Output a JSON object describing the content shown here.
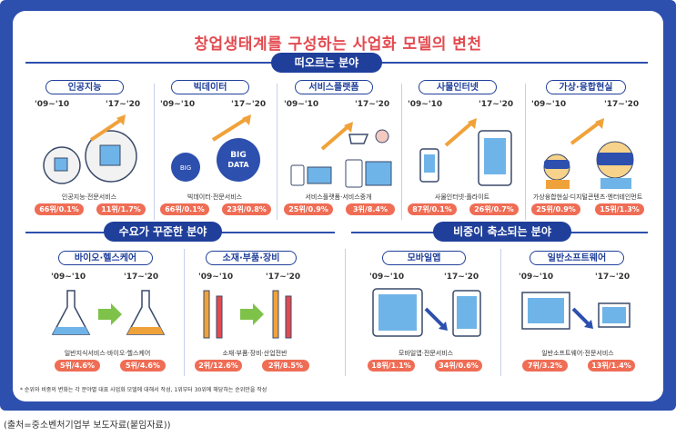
{
  "title": "창업생태계를 구성하는 사업화 모델의 변천",
  "sections": {
    "rising": "떠오르는 분야",
    "steady": "수요가 꾸준한 분야",
    "shrinking": "비중이 축소되는 분야"
  },
  "year_from": "'09~'10",
  "year_to": "'17~'20",
  "rising_items": [
    {
      "name": "인공지능",
      "label": "인공지능·전문서비스",
      "rank_from": "66위/0.1%",
      "rank_to": "11위/1.7%"
    },
    {
      "name": "빅데이터",
      "label": "빅데이터·전문서비스",
      "rank_from": "66위/0.1%",
      "rank_to": "23위/0.8%"
    },
    {
      "name": "서비스플랫폼",
      "label": "서비스플랫폼·서비스중개",
      "rank_from": "25위/0.9%",
      "rank_to": "3위/8.4%"
    },
    {
      "name": "사물인터넷",
      "label": "사물인터넷·플라이트",
      "rank_from": "87위/0.1%",
      "rank_to": "26위/0.7%"
    },
    {
      "name": "가상·융합현실",
      "label": "가상융합현실·디지털콘텐츠·엔터테인먼트",
      "rank_from": "25위/0.9%",
      "rank_to": "15위/1.3%"
    }
  ],
  "steady_items": [
    {
      "name": "바이오·헬스케어",
      "label": "일반지식서비스·바이오·헬스케어",
      "rank_from": "5위/4.6%",
      "rank_to": "5위/4.6%"
    },
    {
      "name": "소재·부품·장비",
      "label": "소재·부품·장비·산업전반",
      "rank_from": "2위/12.6%",
      "rank_to": "2위/8.5%"
    }
  ],
  "shrinking_items": [
    {
      "name": "모바일앱",
      "label": "모바일앱·전문서비스",
      "rank_from": "18위/1.1%",
      "rank_to": "34위/0.6%"
    },
    {
      "name": "일반소프트웨어",
      "label": "일반소프트웨어·전문서비스",
      "rank_from": "7위/3.2%",
      "rank_to": "13위/1.4%"
    }
  ],
  "note": "* 순위와 비중의 변화는 각 분야별 대표 사업화 모델에 대해서 작성, 1위부터 30위에 해당하는 순위만을 작성",
  "source": "(출처=중소벤처기업부 보도자료(붙임자료))",
  "colors": {
    "frame": "#2d4fae",
    "navy": "#1f3f9a",
    "title": "#e24a4f",
    "rank": "#ef6d55",
    "arrow": "#f0a23a"
  }
}
